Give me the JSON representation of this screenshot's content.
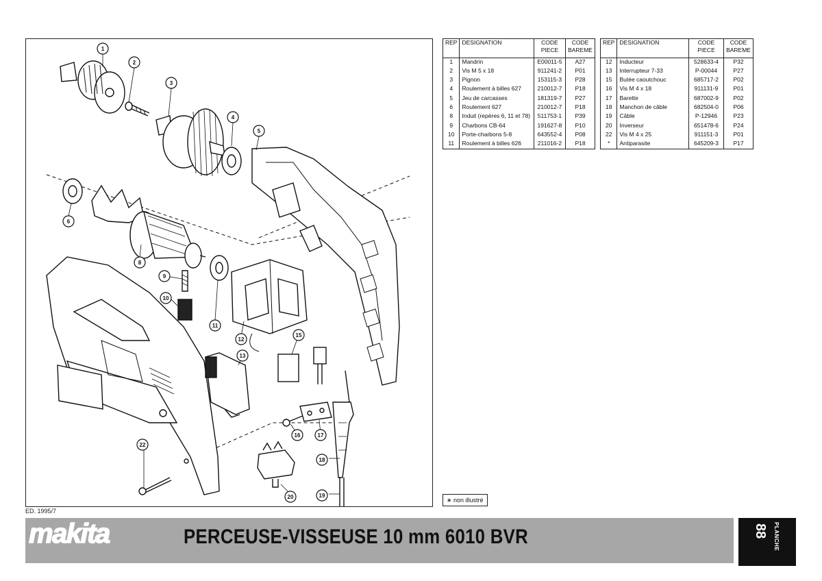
{
  "table_left": {
    "headers": {
      "rep": "REP",
      "designation": "DESIGNATION",
      "code_line1": "CODE",
      "code_line2": "PIECE",
      "bareme_line1": "CODE",
      "bareme_line2": "BAREME"
    },
    "rows": [
      {
        "rep": "1",
        "designation": "Mandrin",
        "code": "E00011-5",
        "bareme": "A27"
      },
      {
        "rep": "2",
        "designation": "Vis M 5 x 18",
        "code": "911241-2",
        "bareme": "P01"
      },
      {
        "rep": "3",
        "designation": "Pignon",
        "code": "153115-3",
        "bareme": "P28"
      },
      {
        "rep": "4",
        "designation": "Roulement à billes 627",
        "code": "210012-7",
        "bareme": "P18"
      },
      {
        "rep": "5",
        "designation": "Jeu de carcasses",
        "code": "181319-7",
        "bareme": "P27"
      },
      {
        "rep": "6",
        "designation": "Roulement 627",
        "code": "210012-7",
        "bareme": "P18"
      },
      {
        "rep": "8",
        "designation": "Induit (repères 6, 11 et 78)",
        "code": "511753-1",
        "bareme": "P39"
      },
      {
        "rep": "9",
        "designation": "Charbons CB-64",
        "code": "191627-8",
        "bareme": "P10"
      },
      {
        "rep": "10",
        "designation": "Porte-charbons 5-8",
        "code": "643552-4",
        "bareme": "P08"
      },
      {
        "rep": "11",
        "designation": "Roulement à billes 626",
        "code": "211016-2",
        "bareme": "P18"
      }
    ]
  },
  "table_right": {
    "headers": {
      "rep": "REP",
      "designation": "DESIGNATION",
      "code_line1": "CODE",
      "code_line2": "PIECE",
      "bareme_line1": "CODE",
      "bareme_line2": "BAREME"
    },
    "rows": [
      {
        "rep": "12",
        "designation": "Inducteur",
        "code": "528633-4",
        "bareme": "P32"
      },
      {
        "rep": "13",
        "designation": "Interrupteur 7-33",
        "code": "P-00044",
        "bareme": "P27"
      },
      {
        "rep": "15",
        "designation": "Butée caoutchouc",
        "code": "685717-2",
        "bareme": "P02"
      },
      {
        "rep": "16",
        "designation": "Vis M 4 x 18",
        "code": "911131-9",
        "bareme": "P01"
      },
      {
        "rep": "17",
        "designation": "Barette",
        "code": "687002-9",
        "bareme": "P02"
      },
      {
        "rep": "18",
        "designation": "Manchon de câble",
        "code": "682504-0",
        "bareme": "P06"
      },
      {
        "rep": "19",
        "designation": "Câble",
        "code": "P-12946",
        "bareme": "P23"
      },
      {
        "rep": "20",
        "designation": "Inverseur",
        "code": "651478-6",
        "bareme": "P24"
      },
      {
        "rep": "22",
        "designation": "Vis M 4 x 25",
        "code": "911151-3",
        "bareme": "P01"
      },
      {
        "rep": "*",
        "designation": "Antiparasite",
        "code": "645209-3",
        "bareme": "P17"
      }
    ]
  },
  "note": "∗ non illustré",
  "edition": "ED. 1995/7",
  "brand": "makita",
  "title": "PERCEUSE-VISSEUSE 10 mm 6010 BVR",
  "planche": {
    "label": "PLANCHE",
    "number": "88"
  },
  "callouts": [
    "1",
    "2",
    "3",
    "4",
    "5",
    "6",
    "8",
    "9",
    "10",
    "11",
    "12",
    "13",
    "15",
    "16",
    "17",
    "18",
    "19",
    "20",
    "22"
  ],
  "colors": {
    "footer_band": "#a7a7a7",
    "planche_box": "#111111"
  }
}
